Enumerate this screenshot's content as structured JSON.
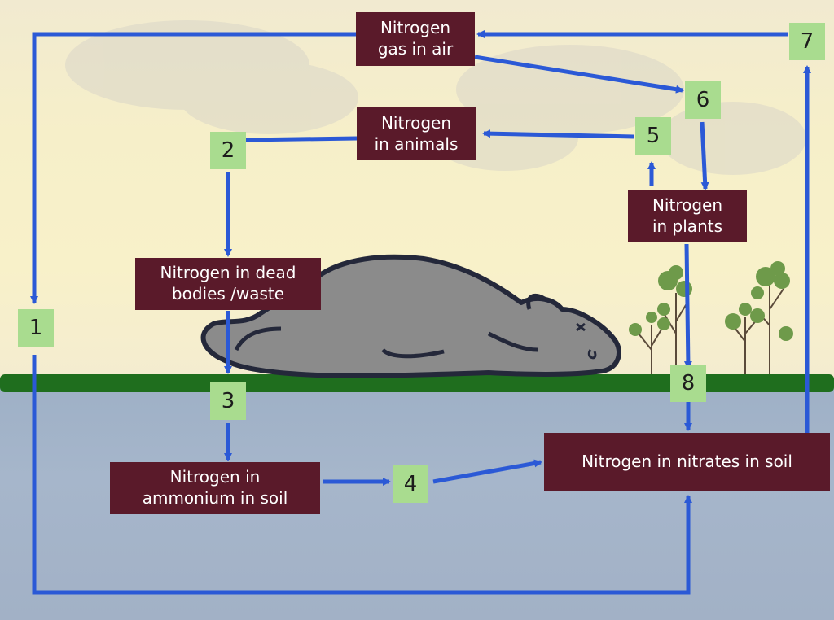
{
  "boxes": {
    "gas_in_air": "Nitrogen\ngas in air",
    "in_animals": "Nitrogen\nin animals",
    "in_plants": "Nitrogen\nin plants",
    "dead_bodies": "Nitrogen in dead\nbodies /waste",
    "ammonium": "Nitrogen in\nammonium in soil",
    "nitrates": "Nitrogen in nitrates in soil"
  },
  "steps": [
    "1",
    "2",
    "3",
    "4",
    "5",
    "6",
    "7",
    "8"
  ],
  "colors": {
    "box_fill": "#5a1a2a",
    "step_fill": "#a9dc8f",
    "arrow": "#2b59d6",
    "grass": "#1f6e1e",
    "animal": "#8b8b8b"
  }
}
